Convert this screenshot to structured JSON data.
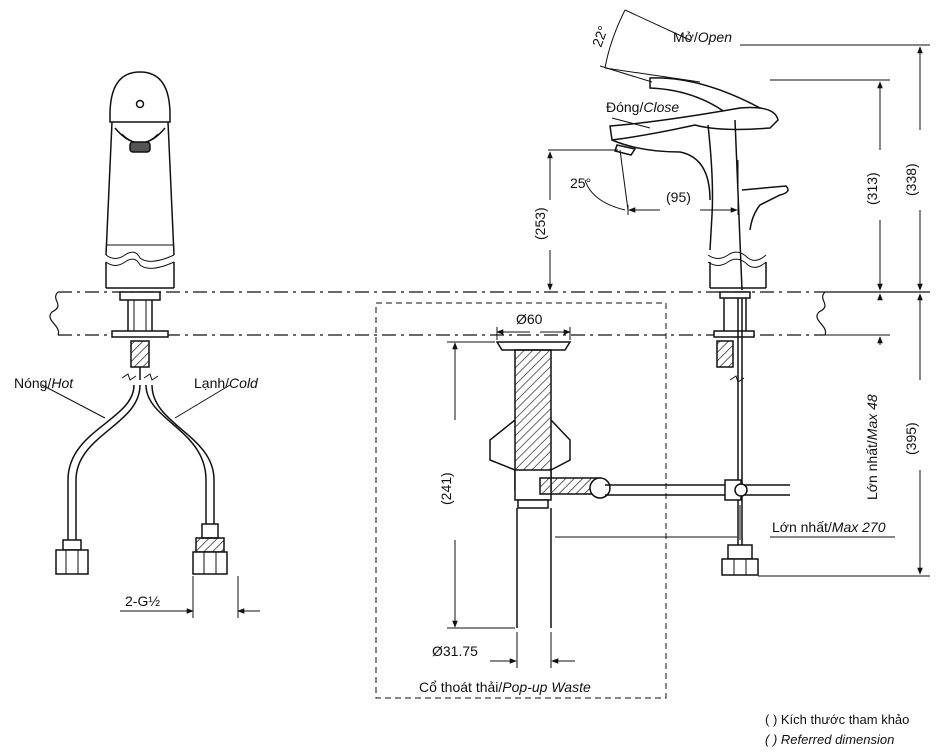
{
  "labels": {
    "open_vn": "Mở/",
    "open_en": "Open",
    "close_vn": "Đóng/",
    "close_en": "Close",
    "angle_open": "22°",
    "angle_close": "25°",
    "reach": "(95)",
    "height_spout": "(253)",
    "height_body": "(313)",
    "height_total": "(338)",
    "height_below": "(395)",
    "max_thickness_vn": "Lớn nhất/",
    "max_thickness_en": "Max 48",
    "max_rod_vn": "Lớn nhất/",
    "max_rod_en": "Max 270",
    "hot_vn": "Nóng/",
    "hot_en": "Hot",
    "cold_vn": "Lạnh/",
    "cold_en": "Cold",
    "thread": "2-G½",
    "drain_dia": "Ø60",
    "drain_height": "(241)",
    "tail_dia": "Ø31.75",
    "waste_vn": "Cổ thoát thải/",
    "waste_en": "Pop-up Waste"
  },
  "legend": {
    "line1": "(   ) Kích thước tham khảo",
    "line2": "(   ) Referred dimension"
  }
}
